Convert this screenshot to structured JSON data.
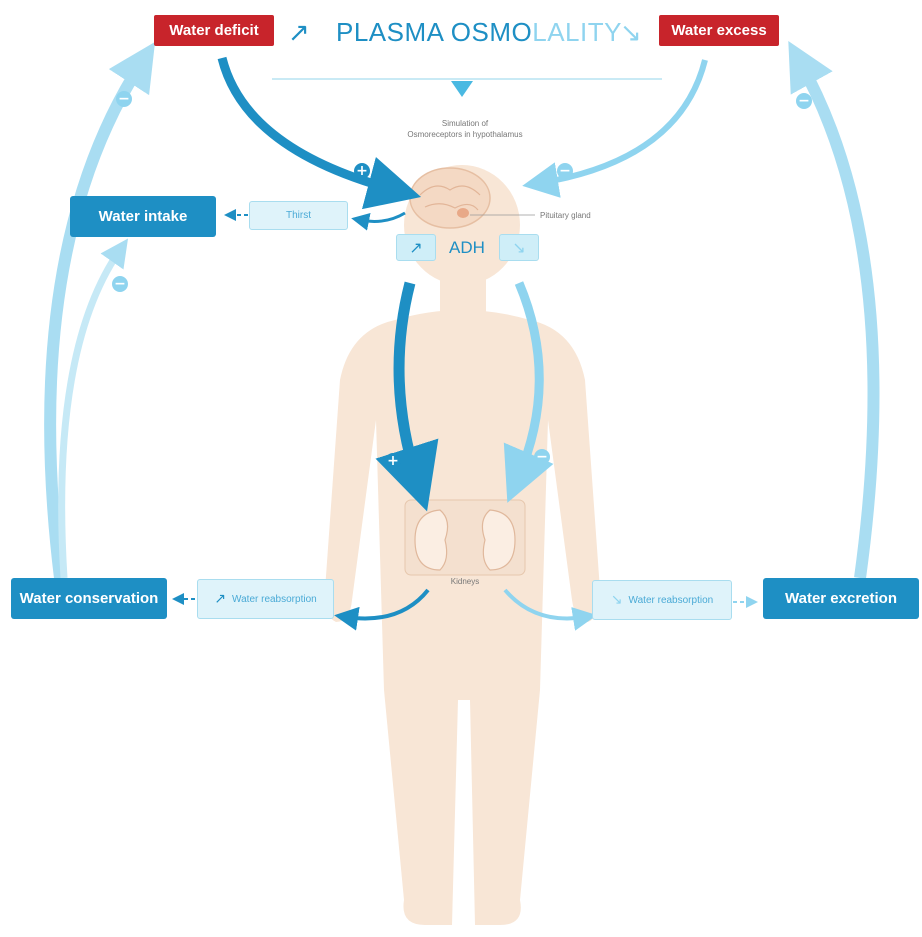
{
  "title": {
    "dark_part": "PLASMA OSMO",
    "light_part": "LALITY"
  },
  "states": {
    "deficit": "Water deficit",
    "excess": "Water excess"
  },
  "brain": {
    "caption_line1": "Simulation of",
    "caption_line2": "Osmoreceptors in hypothalamus",
    "pituitary": "Pituitary gland"
  },
  "adh": {
    "label": "ADH",
    "up_icon": "arrow-up-right-icon",
    "down_icon": "arrow-down-right-icon"
  },
  "left": {
    "thirst": "Thirst",
    "intake": "Water intake",
    "reabsorption": "Water reabsorption",
    "conservation": "Water conservation"
  },
  "right": {
    "reabsorption": "Water reabsorption",
    "excretion": "Water excretion"
  },
  "kidneys": "Kidneys",
  "signs": {
    "plus": "+",
    "minus": "−"
  },
  "colors": {
    "dark_blue": "#1e8fc4",
    "light_blue": "#8fd4ef",
    "red": "#c8242b",
    "skin": "#f8e6d6"
  }
}
